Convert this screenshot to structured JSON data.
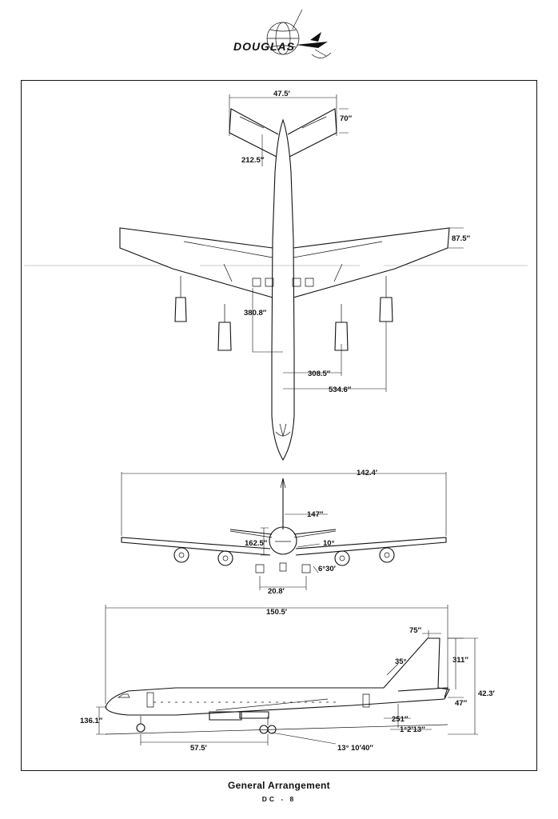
{
  "logo": {
    "text": "DOUGLAS"
  },
  "dimensions": {
    "tail_span": "47.5′",
    "tail_chord": "70″",
    "tail_sweep_offset": "212.5″",
    "wing_tip_chord": "87.5″",
    "wing_root_offset": "380.8″",
    "inner_engine_spacing": "308.5″",
    "outer_engine_spacing": "534.6″",
    "wing_span": "142.4′",
    "tail_height_front": "147″",
    "fuselage_diameter": "162.5″",
    "dihedral": "10°",
    "gear_angle": "6°30′",
    "main_gear_track": "20.8′",
    "overall_length": "150.5′",
    "fin_tip_chord": "75″",
    "fin_sweep": "35°",
    "fin_height": "311″",
    "overall_height": "42.3′",
    "stabilizer_height": "47″",
    "stabilizer_chord": "251″",
    "incidence": "1°2′13″",
    "nose_height": "136.1″",
    "wheelbase": "57.5′",
    "tail_clearance_angle": "13° 10′40″"
  },
  "caption": "General Arrangement",
  "subcaption": "DC - 8"
}
